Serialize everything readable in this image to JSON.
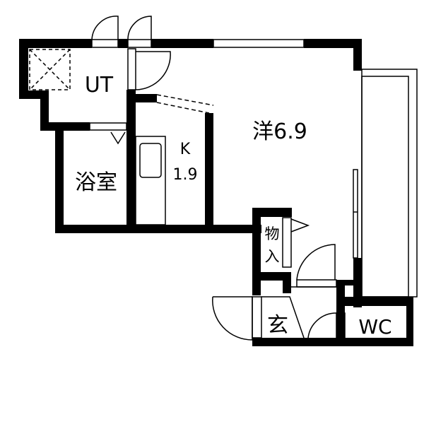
{
  "rooms": {
    "utility": "UT",
    "bath": "浴室",
    "kitchen_name": "K",
    "kitchen_size": "1.9",
    "western_room": "洋6.9",
    "storage_top": "物",
    "storage_bottom": "入",
    "entrance": "玄",
    "toilet": "WC"
  },
  "colors": {
    "wall": "#000000",
    "background": "#ffffff"
  }
}
